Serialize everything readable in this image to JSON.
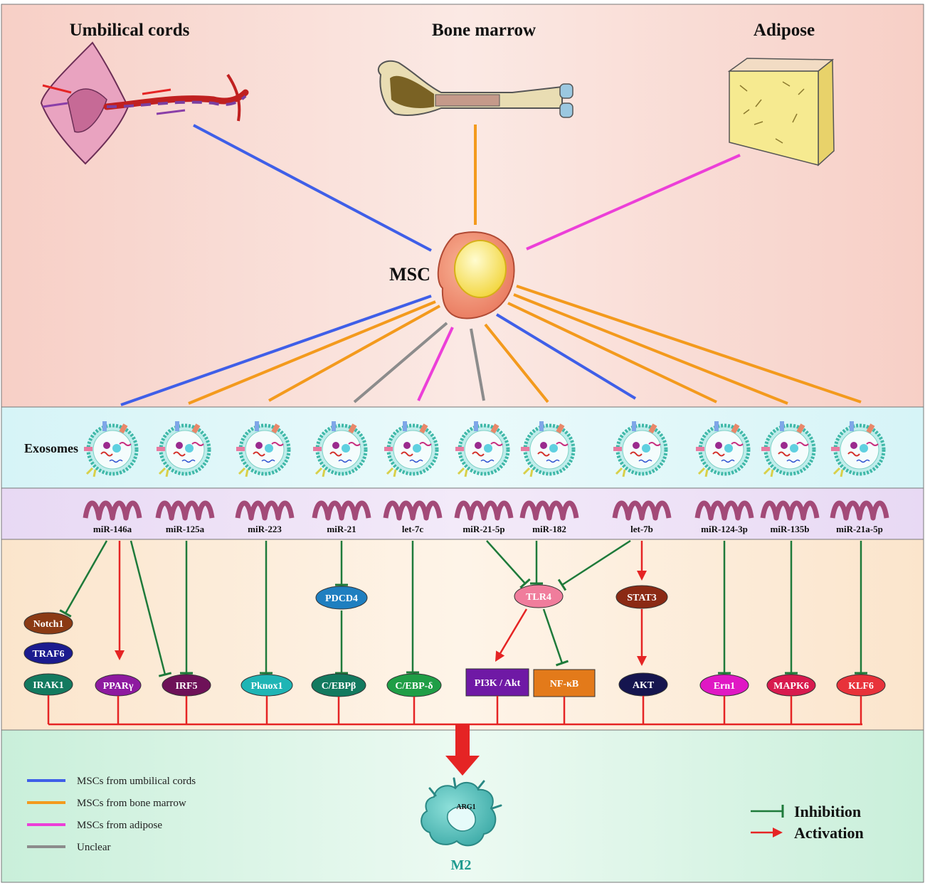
{
  "sources": [
    {
      "id": "uc",
      "label": "Umbilical cords"
    },
    {
      "id": "bm",
      "label": "Bone marrow"
    },
    {
      "id": "ad",
      "label": "Adipose"
    }
  ],
  "msc_label": "MSC",
  "exosomes_label": "Exosomes",
  "mirnas": [
    "miR-146a",
    "miR-125a",
    "miR-223",
    "miR-21",
    "let-7c",
    "miR-21-5p",
    "miR-182",
    "let-7b",
    "miR-124-3p",
    "miR-135b",
    "miR-21a-5p"
  ],
  "msc_source_of_mirna": [
    "umbilical",
    "bone_marrow",
    "bone_marrow",
    "unclear",
    "adipose",
    "unclear",
    "bone_marrow",
    "umbilical",
    "bone_marrow",
    "bone_marrow",
    "bone_marrow"
  ],
  "intermediates": [
    {
      "id": "notch1",
      "label": "Notch1",
      "color": "#8B3A14"
    },
    {
      "id": "traf6",
      "label": "TRAF6",
      "color": "#1B1B8F"
    },
    {
      "id": "pdcd4",
      "label": "PDCD4",
      "color": "#1F7FC0"
    },
    {
      "id": "tlr4",
      "label": "TLR4",
      "color": "#F07D9C"
    },
    {
      "id": "stat3",
      "label": "STAT3",
      "color": "#8B2A14"
    }
  ],
  "targets": [
    {
      "id": "irak1",
      "label": "IRAK1",
      "color": "#137A5F"
    },
    {
      "id": "ppar",
      "label": "PPARγ",
      "color": "#8E1AA0"
    },
    {
      "id": "irf5",
      "label": "IRF5",
      "color": "#6E1158"
    },
    {
      "id": "pknox1",
      "label": "Pknox1",
      "color": "#1FB5B5"
    },
    {
      "id": "cebpb",
      "label": "C/EBPβ",
      "color": "#137A5F"
    },
    {
      "id": "cebpd",
      "label": "C/EBP-δ",
      "color": "#1F9E46"
    },
    {
      "id": "pi3k",
      "label": "PI3K / Akt",
      "color": "#6F19A5"
    },
    {
      "id": "nfkb",
      "label": "NF-κB",
      "color": "#E37A1A"
    },
    {
      "id": "akt",
      "label": "AKT",
      "color": "#15154F"
    },
    {
      "id": "ern1",
      "label": "Ern1",
      "color": "#E018C4"
    },
    {
      "id": "mapk6",
      "label": "MAPK6",
      "color": "#D81A4E"
    },
    {
      "id": "klf6",
      "label": "KLF6",
      "color": "#E8323A"
    }
  ],
  "interactions": [
    {
      "from": "miR-146a",
      "to": "notch1",
      "type": "inhibition"
    },
    {
      "from": "miR-146a",
      "to": "ppar",
      "type": "activation"
    },
    {
      "from": "miR-146a",
      "to": "irf5",
      "type": "inhibition"
    },
    {
      "from": "miR-125a",
      "to": "irf5",
      "type": "inhibition"
    },
    {
      "from": "miR-223",
      "to": "pknox1",
      "type": "inhibition"
    },
    {
      "from": "miR-21",
      "to": "pdcd4",
      "type": "inhibition"
    },
    {
      "from": "pdcd4",
      "to": "cebpb",
      "type": "inhibition"
    },
    {
      "from": "let-7c",
      "to": "cebpd",
      "type": "inhibition"
    },
    {
      "from": "miR-21-5p",
      "to": "tlr4",
      "type": "inhibition"
    },
    {
      "from": "miR-182",
      "to": "tlr4",
      "type": "inhibition"
    },
    {
      "from": "let-7b",
      "to": "tlr4",
      "type": "inhibition"
    },
    {
      "from": "tlr4",
      "to": "pi3k",
      "type": "activation"
    },
    {
      "from": "tlr4",
      "to": "nfkb",
      "type": "inhibition"
    },
    {
      "from": "let-7b",
      "to": "stat3",
      "type": "activation"
    },
    {
      "from": "stat3",
      "to": "akt",
      "type": "activation"
    },
    {
      "from": "miR-124-3p",
      "to": "ern1",
      "type": "inhibition"
    },
    {
      "from": "miR-135b",
      "to": "mapk6",
      "type": "inhibition"
    },
    {
      "from": "miR-21a-5p",
      "to": "klf6",
      "type": "inhibition"
    }
  ],
  "outcome": {
    "label": "M2",
    "marker": "ARG1"
  },
  "legend_sources": [
    {
      "label": "MSCs from umbilical cords",
      "color": "#3F5FE8"
    },
    {
      "label": "MSCs from bone marrow",
      "color": "#F39A1D"
    },
    {
      "label": "MSCs from adipose",
      "color": "#EC3FD8"
    },
    {
      "label": "Unclear",
      "color": "#8C8C8C"
    }
  ],
  "legend_arrows": [
    {
      "label": "Inhibition",
      "color": "#1E7A3A",
      "type": "inhibition"
    },
    {
      "label": "Activation",
      "color": "#E52424",
      "type": "activation"
    }
  ],
  "colors": {
    "umbilical": "#3F5FE8",
    "bone_marrow": "#F39A1D",
    "adipose": "#EC3FD8",
    "unclear": "#8C8C8C",
    "inhibition": "#1E7A3A",
    "activation": "#E52424"
  }
}
